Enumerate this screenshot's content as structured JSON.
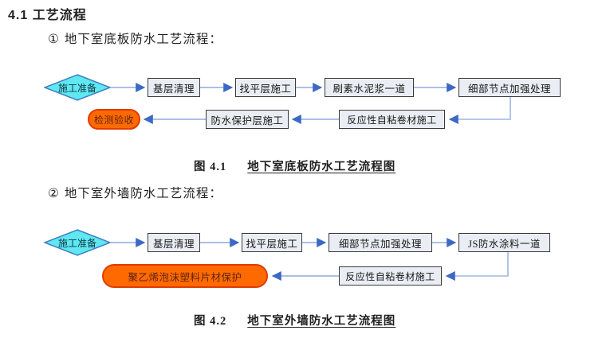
{
  "document": {
    "heading": "4.1 工艺流程",
    "sections": [
      {
        "marker": "①",
        "title": "地下室底板防水工艺流程："
      },
      {
        "marker": "②",
        "title": "地下室外墙防水工艺流程："
      }
    ],
    "captions": [
      {
        "figure": "图 4.1",
        "title": "地下室底板防水工艺流程图"
      },
      {
        "figure": "图 4.2",
        "title": "地下室外墙防水工艺流程图"
      }
    ]
  },
  "flowchart1": {
    "start": "施工准备",
    "steps_row1": [
      "基层清理",
      "找平层施工",
      "刷素水泥浆一道",
      "细部节点加强处理"
    ],
    "steps_row2": [
      "反应性自粘卷材施工",
      "防水保护层施工"
    ],
    "end": "检测验收"
  },
  "flowchart2": {
    "start": "施工准备",
    "steps_row1": [
      "基层清理",
      "找平层施工",
      "细部节点加强处理",
      "JS防水涂料一道"
    ],
    "steps_row2": [
      "反应性自粘卷材施工"
    ],
    "end": "聚乙烯泡沫塑料片材保护"
  },
  "colors": {
    "diamond_fill": "#5fe8f2",
    "diamond_border": "#3e7fc1",
    "box_fill": "#eaeef4",
    "box_border": "#3a3a3a",
    "oval_fill": "#ff6a00",
    "oval_border": "#e03b00",
    "oval_text": "#5e2410",
    "arrow_line": "#8fa9db",
    "arrow_head": "#3c69c4"
  }
}
